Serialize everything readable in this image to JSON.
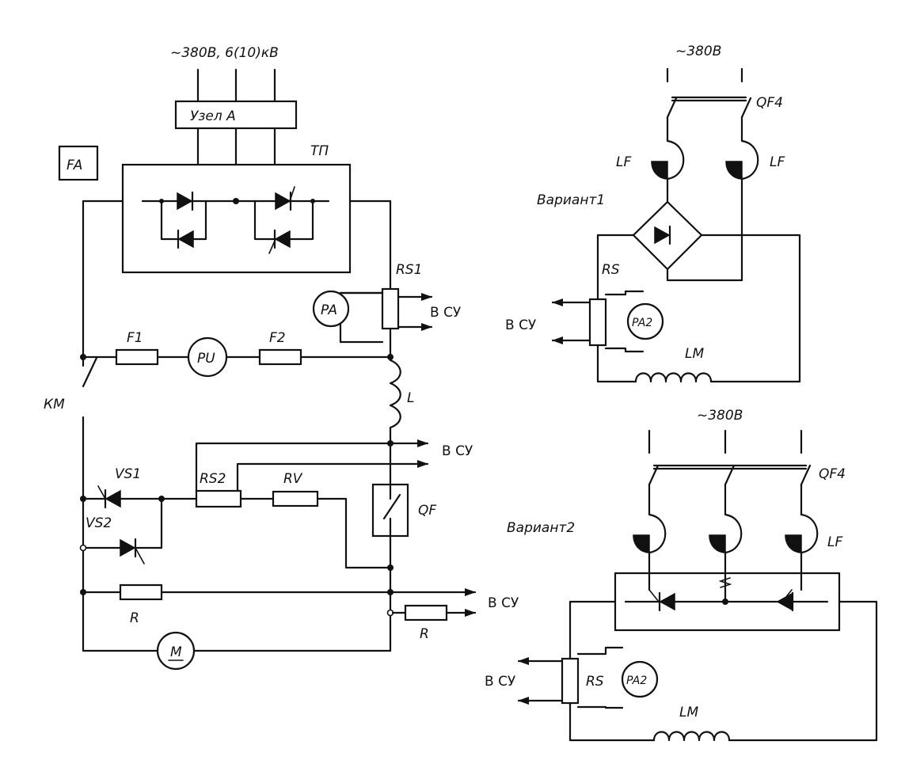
{
  "labels": {
    "supply_main": "~380В, 6(10)кВ",
    "node_a": "Узел А",
    "fa": "FA",
    "tp": "ТП",
    "rs1": "RS1",
    "pa": "PA",
    "to_cu": "В СУ",
    "f1": "F1",
    "f2": "F2",
    "pu": "PU",
    "l": "L",
    "km": "КМ",
    "vs1": "VS1",
    "vs2": "VS2",
    "rs2": "RS2",
    "rv": "RV",
    "qf": "QF",
    "r": "R",
    "m": "M",
    "supply_380": "~380В",
    "qf4": "QF4",
    "lf": "LF",
    "variant1": "Вариант1",
    "variant2": "Вариант2",
    "rs": "RS",
    "pa2": "PA2",
    "lm": "LM"
  }
}
